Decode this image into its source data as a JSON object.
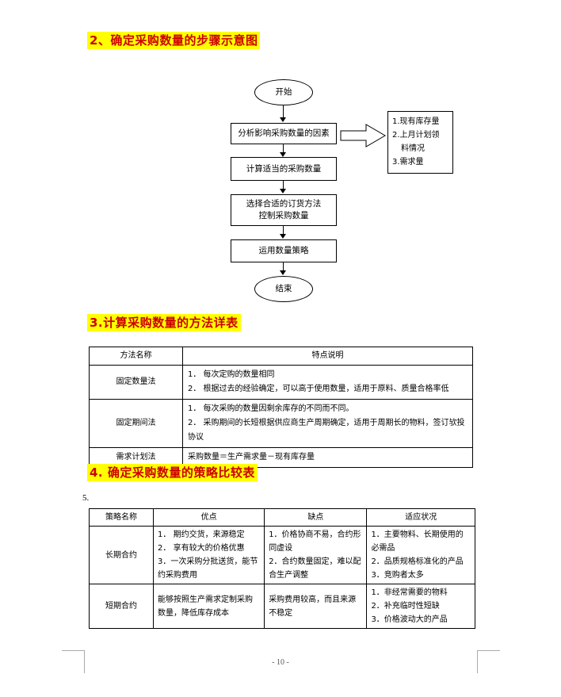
{
  "headings": {
    "h2": "2、确定采购数量的步骤示意图",
    "h3": "3.计算采购数量的方法详表",
    "h4": "4. 确定采购数量的策略比较表",
    "stray": "5."
  },
  "flowchart": {
    "start": "开始",
    "step1": "分析影响采购数量的因素",
    "step2": "计算适当的采购数量",
    "step3_line1": "选择合适的订货方法",
    "step3_line2": "控制采购数量",
    "step4": "运用数量策略",
    "end": "结束",
    "sidebox": {
      "line1": "1.现有库存量",
      "line2": "2.上月计划领",
      "line3": "料情况",
      "line4": "3.需求量"
    }
  },
  "table_methods": {
    "headers": [
      "方法名称",
      "特点说明"
    ],
    "rows": [
      {
        "name": "固定数量法",
        "points": [
          "1． 每次定购的数量相同",
          "2． 根据过去的经验确定，可以高于使用数量，适用于原料、质量合格率低"
        ]
      },
      {
        "name": "固定期间法",
        "points": [
          "1． 每次采购的数量因剩余库存的不同而不同。",
          "2． 采购期间的长短根据供应商生产周期确定，适用于周期长的物料，签订欤投协议"
        ]
      },
      {
        "name": "需求计划法",
        "points": [
          "采购数量＝生产需求量－现有库存量"
        ]
      }
    ]
  },
  "table_strategy": {
    "headers": [
      "策略名称",
      "优点",
      "缺点",
      "适应状况"
    ],
    "rows": [
      {
        "name": "长期合约",
        "pros": [
          "1． 期约交货，来源稳定",
          "2． 享有较大的价格优惠",
          "3．一次采购分批送货，能节约采购费用"
        ],
        "cons": [
          "1．价格协商不易，合约形同虚设",
          "2．合约数量固定，难以配合生产调整"
        ],
        "fit": [
          "1．主要物料、长期使用的必需品",
          "2．品质规格标准化的产品",
          "3．竞购者太多"
        ]
      },
      {
        "name": "短期合约",
        "pros": [
          "能够按照生产需求定制采购数量，降低库存成本"
        ],
        "cons": [
          "采购费用较高，而且来源不稳定"
        ],
        "fit": [
          "1．非经常需要的物料",
          "2．补充临时性短缺",
          "3．价格波动大的产品"
        ]
      }
    ]
  },
  "footer": {
    "page_number": "- 10 -"
  }
}
